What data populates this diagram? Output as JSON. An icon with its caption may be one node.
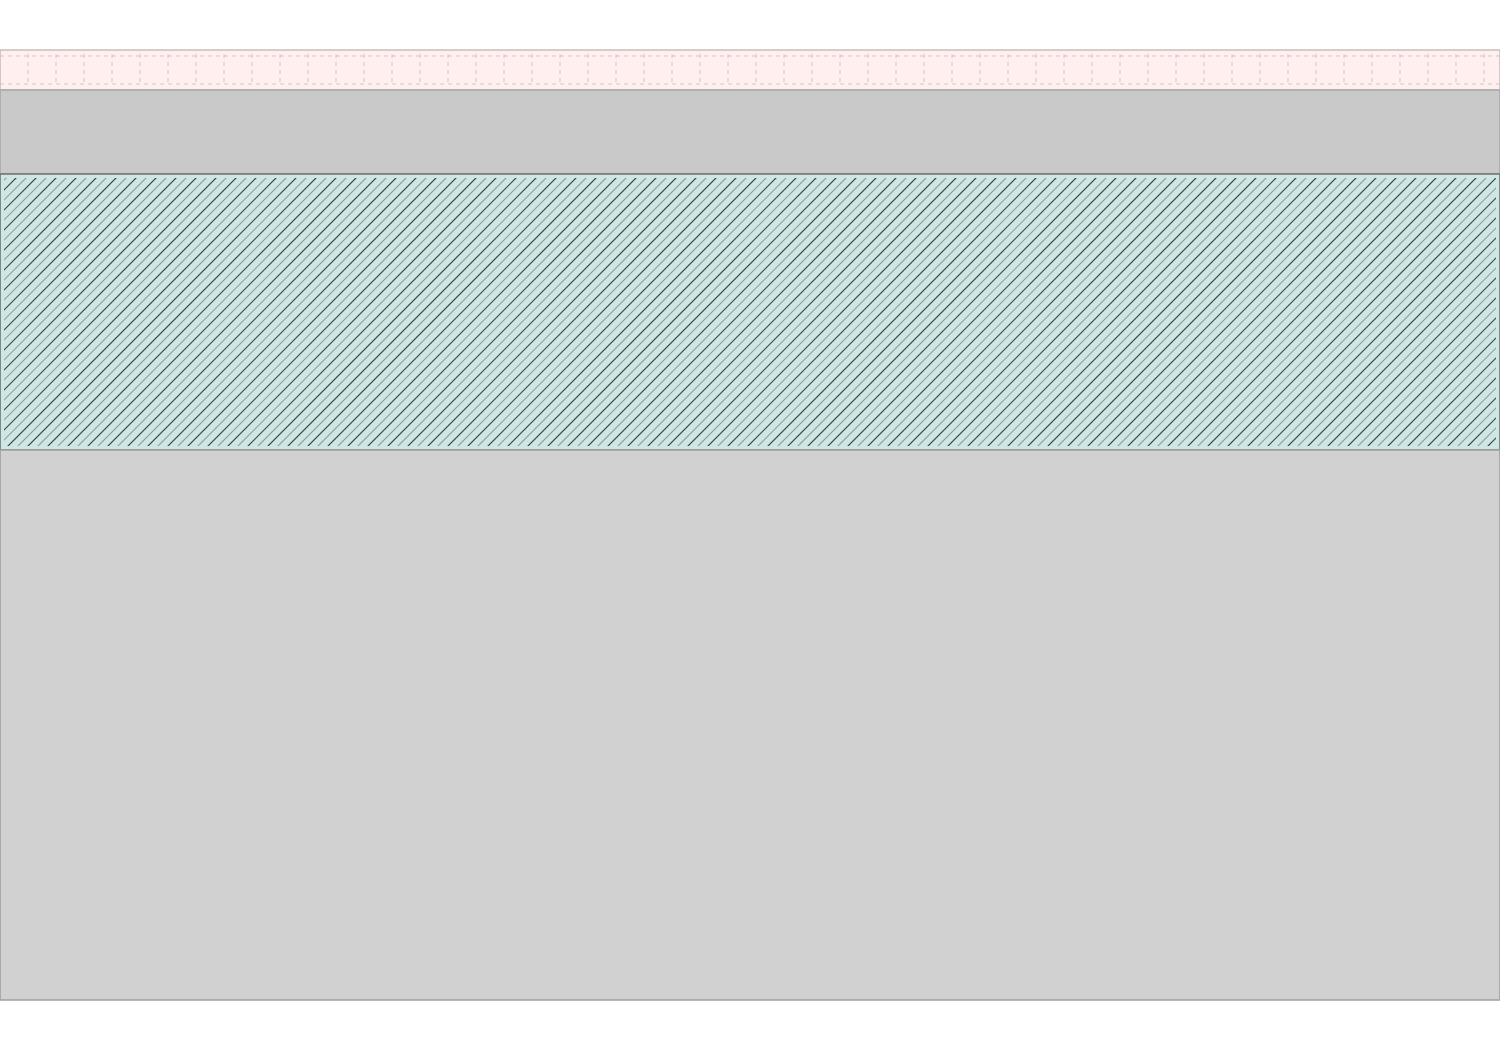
{
  "diagram": {
    "nodes": [
      {
        "text": [],
        "shape": "band"
      },
      {
        "text": [],
        "shape": "band"
      },
      {
        "text": [],
        "shape": "band"
      },
      {
        "text": [],
        "shape": "band"
      }
    ]
  }
}
